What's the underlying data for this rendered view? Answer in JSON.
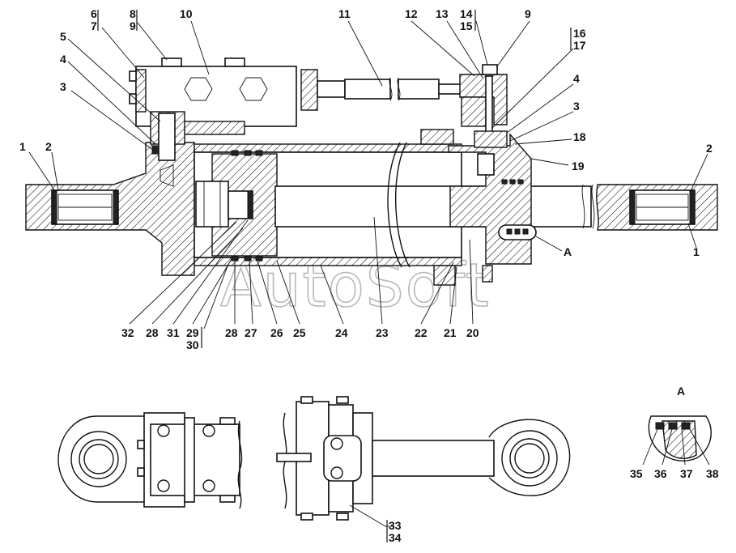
{
  "watermark": "AutoSoft",
  "detail_view": {
    "title": "A"
  },
  "callouts": {
    "n1_left": "1",
    "n2_left": "2",
    "n3_left": "3",
    "n4_left": "4",
    "n5": "5",
    "n6": "6",
    "n7": "7",
    "n8": "8",
    "n9_left": "9",
    "n10": "10",
    "n11": "11",
    "n12": "12",
    "n13": "13",
    "n14": "14",
    "n15": "15",
    "n9_right": "9",
    "n16": "16",
    "n17": "17",
    "n4_right": "4",
    "n3_right": "3",
    "n18": "18",
    "n19": "19",
    "n2_right": "2",
    "n1_right": "1",
    "nA": "A",
    "n32": "32",
    "n28a": "28",
    "n31": "31",
    "n29": "29",
    "n30": "30",
    "n28b": "28",
    "n27": "27",
    "n26": "26",
    "n25": "25",
    "n24": "24",
    "n23": "23",
    "n22": "22",
    "n21": "21",
    "n20": "20",
    "n33": "33",
    "n34": "34",
    "n35": "35",
    "n36": "36",
    "n37": "37",
    "n38": "38"
  }
}
